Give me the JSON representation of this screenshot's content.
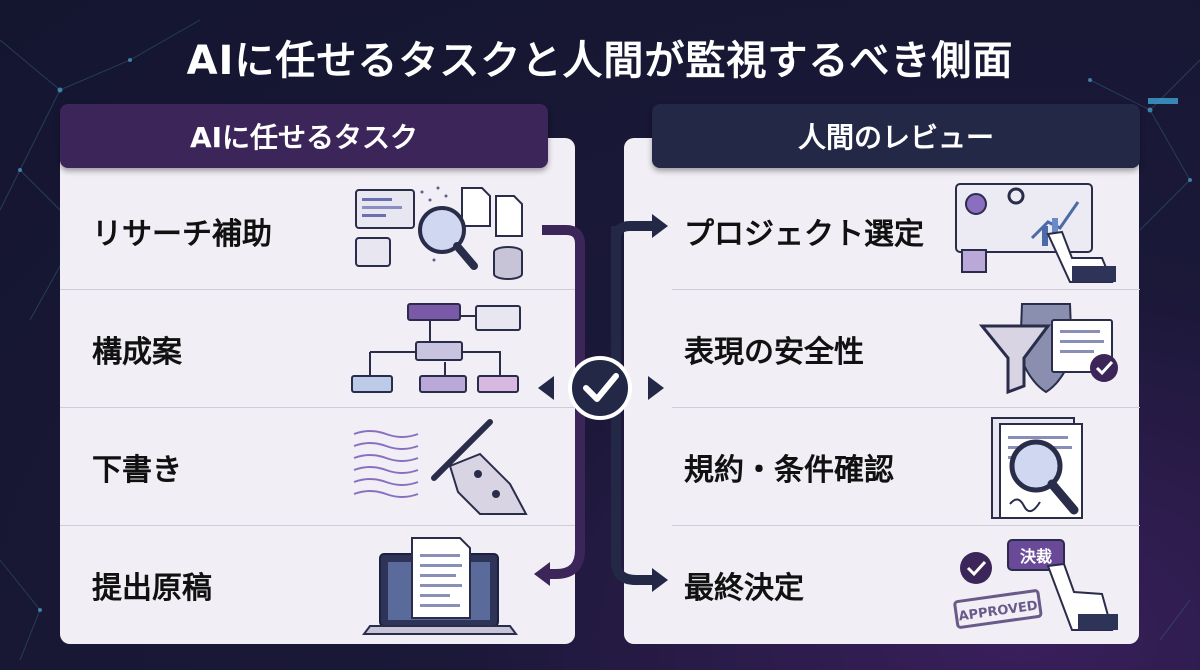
{
  "title": "AIに任せるタスクと人間が監視するべき側面",
  "left_panel": {
    "header": "AIに任せるタスク",
    "items": [
      {
        "label": "リサーチ補助",
        "icon": "research-magnifier-icon"
      },
      {
        "label": "構成案",
        "icon": "flowchart-icon"
      },
      {
        "label": "下書き",
        "icon": "robot-hand-writing-icon"
      },
      {
        "label": "提出原稿",
        "icon": "laptop-document-icon"
      }
    ]
  },
  "right_panel": {
    "header": "人間のレビュー",
    "items": [
      {
        "label": "プロジェクト選定",
        "icon": "dashboard-selection-icon"
      },
      {
        "label": "表現の安全性",
        "icon": "shield-filter-icon"
      },
      {
        "label": "規約・条件確認",
        "icon": "contract-review-icon"
      },
      {
        "label": "最終決定",
        "icon": "approval-stamp-icon"
      }
    ]
  },
  "stamp": {
    "text": "APPROVED",
    "button_text": "決裁"
  },
  "colors": {
    "purple": "#3c2558",
    "navy": "#232847",
    "panel": "#f1eff5",
    "accent": "#8a6fc0"
  }
}
